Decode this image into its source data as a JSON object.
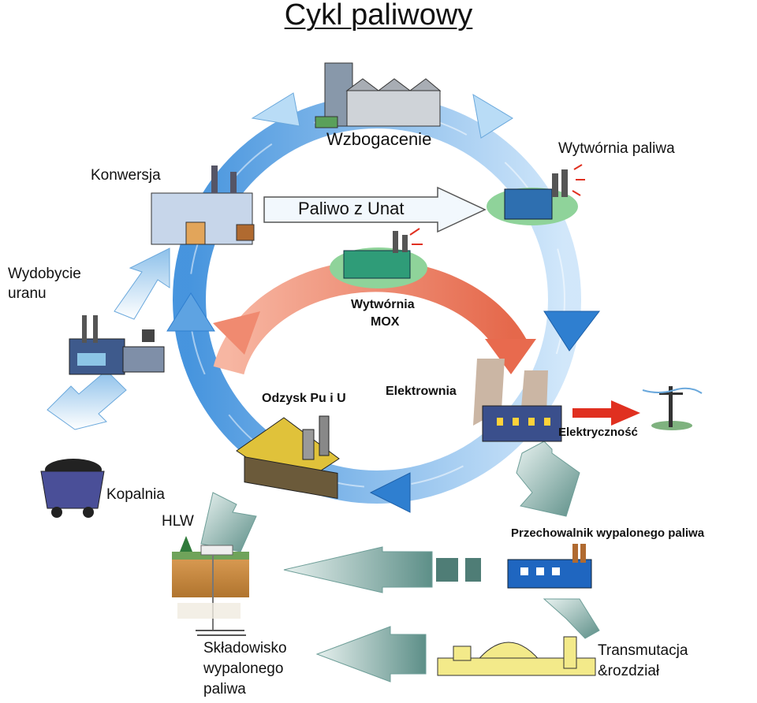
{
  "title": "Cykl paliwowy",
  "stages": {
    "wzbogacenie": "Wzbogacenie",
    "wytwornia_paliwa": "Wytwórnia paliwa",
    "konwersja": "Konwersja",
    "paliwo_z_unat": "Paliwo z Unat",
    "wydobycie_line1": "Wydobycie",
    "wydobycie_line2": "uranu",
    "wytwornia_mox_line1": "Wytwórnia",
    "wytwornia_mox_line2": "MOX",
    "odzysk": "Odzysk Pu i U",
    "elektrownia": "Elektrownia",
    "elektrycznosc": "Elektryczność",
    "kopalnia": "Kopalnia",
    "hlw": "HLW",
    "przechowalnik": "Przechowalnik wypalonego paliwa",
    "transmutacja_line1": "Transmutacja",
    "transmutacja_line2": "&rozdział",
    "skladowisko_line1": "Składowisko",
    "skladowisko_line2": "wypalonego",
    "skladowisko_line3": "paliwa"
  },
  "colors": {
    "outer_cycle": "#3a8fd8",
    "inner_cycle": "#f08a70",
    "waste_arrows": "#6e9e98",
    "electricity_arrow": "#e03020"
  }
}
